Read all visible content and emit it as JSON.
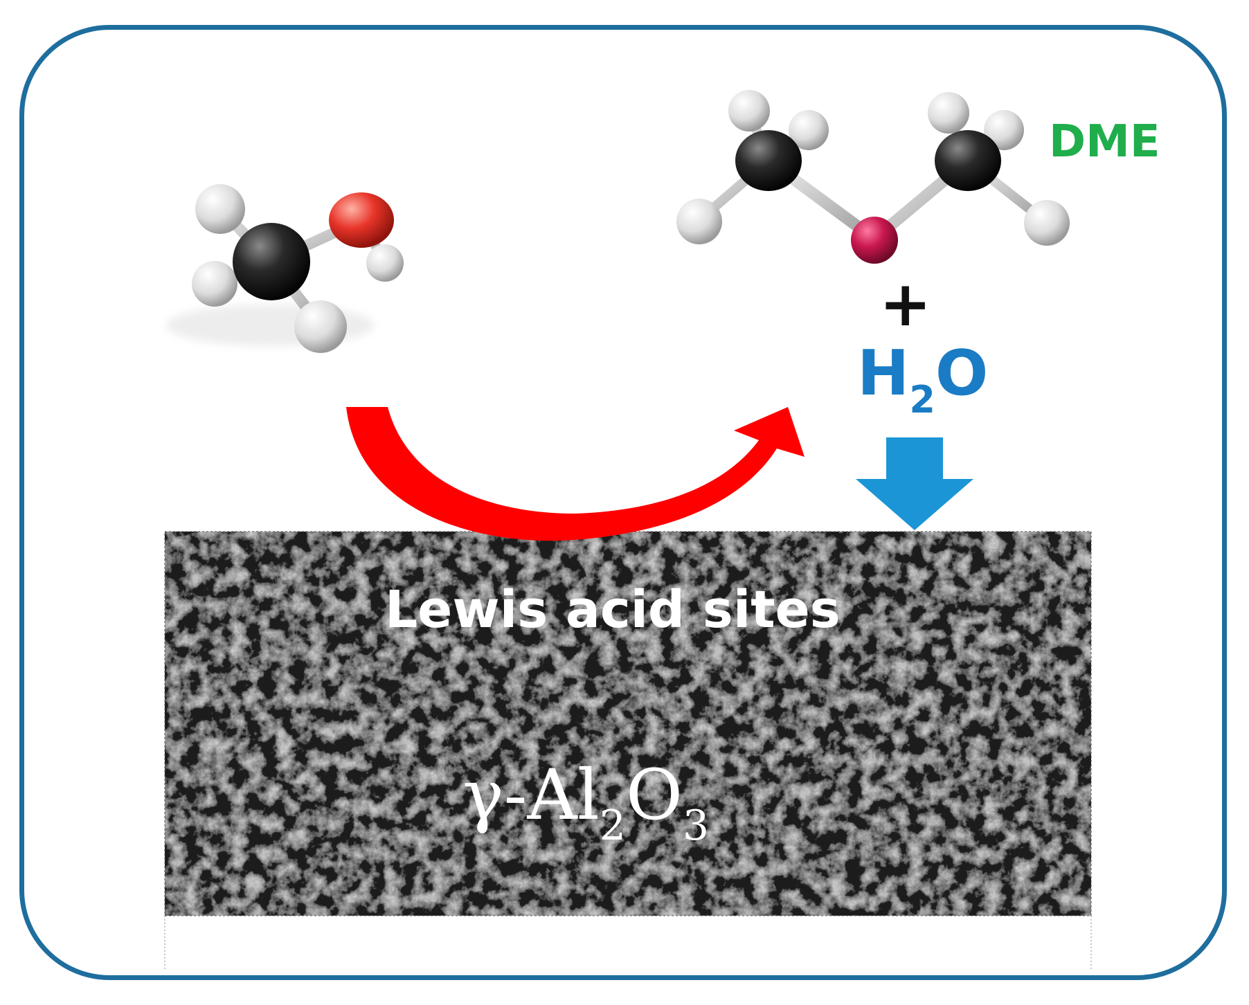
{
  "colors": {
    "border": "#1e6e9e",
    "dme_label": "#1fae4b",
    "plus": "#111111",
    "water": "#1a7cc4",
    "reaction_arrow": "#ff0000",
    "adsorption_arrow": "#1b95d6",
    "carbon": "#1a1a1a",
    "hydrogen": "#e2e2e2",
    "oxygen_methanol": "#e8352a",
    "oxygen_dme": "#c8174f"
  },
  "labels": {
    "dme": "DME",
    "plus": "+",
    "water_h": "H",
    "water_sub": "2",
    "water_o": "O",
    "lewis": "Lewis acid sites",
    "alumina_prefix": "γ-Al",
    "alumina_sub1": "2",
    "alumina_o": "O",
    "alumina_sub2": "3"
  },
  "icons": {
    "methanol": "methanol-molecule-icon",
    "dme": "dme-molecule-icon",
    "reaction_arrow": "curved-arrow-icon",
    "adsorption_arrow": "down-arrow-icon",
    "catalyst": "sem-micrograph-image"
  }
}
